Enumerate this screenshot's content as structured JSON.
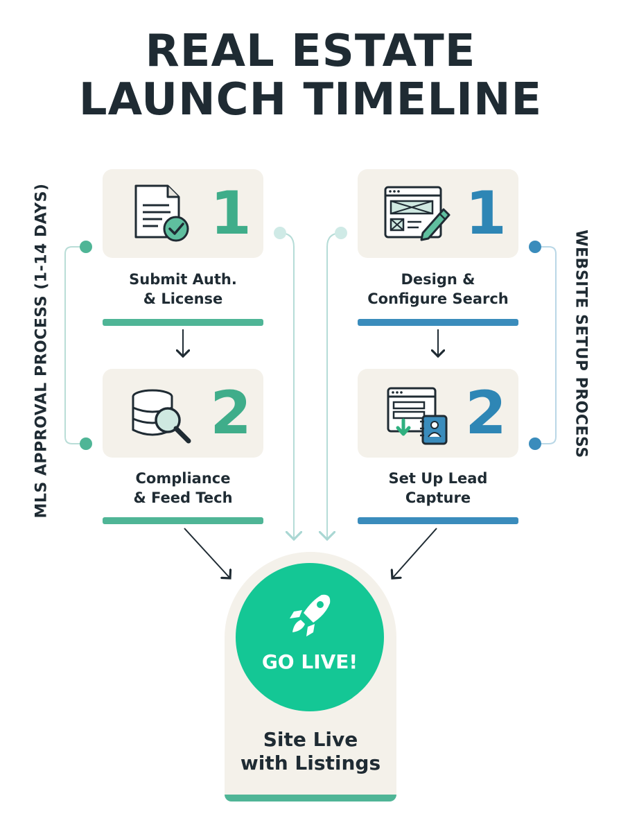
{
  "title": {
    "line1": "REAL ESTATE",
    "line2": "LAUNCH TIMELINE"
  },
  "left_track": {
    "label": "MLS APPROVAL PROCESS (1-14 DAYS)",
    "color": "#4fb596",
    "steps": [
      {
        "number": "1",
        "label": "Submit Auth.\n& License",
        "icon": "document-check-icon"
      },
      {
        "number": "2",
        "label": "Compliance\n& Feed Tech",
        "icon": "database-search-icon"
      }
    ]
  },
  "right_track": {
    "label": "WEBSITE SETUP PROCESS",
    "color": "#3a8cbc",
    "steps": [
      {
        "number": "1",
        "label": "Design &\nConfigure Search",
        "icon": "web-design-pencil-icon"
      },
      {
        "number": "2",
        "label": "Set Up Lead\nCapture",
        "icon": "lead-capture-form-icon"
      }
    ]
  },
  "goal": {
    "badge": "GO LIVE!",
    "label": "Site Live\nwith Listings",
    "icon": "rocket-icon",
    "color": "#14c795"
  }
}
